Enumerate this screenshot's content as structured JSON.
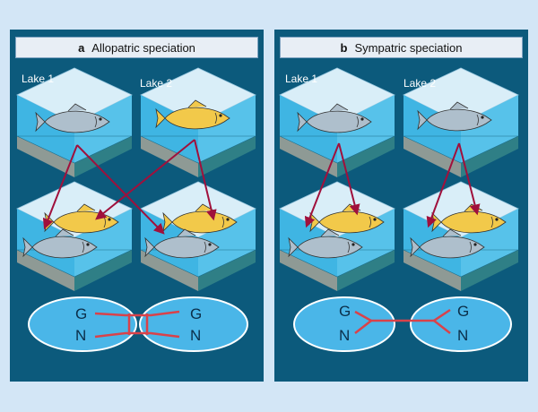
{
  "colors": {
    "page_background": "#d3e6f6",
    "panel_background": "#0c5a7c",
    "title_bar": "#e8eef5",
    "water": "#3fb5e3",
    "cube_top": "#d9eef8",
    "cube_bottom": "#2f7f86",
    "arrow": "#a0103c",
    "ellipse": "#4ab6e8",
    "gene_line": "#d9424a",
    "fish_grey": "#aebfcc",
    "fish_yellow": "#f2c94a"
  },
  "panel_a": {
    "letter": "a",
    "title": "Allopatric speciation",
    "lake1": "Lake 1",
    "lake2": "Lake 2",
    "gene_left_top": "G",
    "gene_left_bottom": "N",
    "gene_right_top": "G",
    "gene_right_bottom": "N"
  },
  "panel_b": {
    "letter": "b",
    "title": "Sympatric speciation",
    "lake1": "Lake 1",
    "lake2": "Lake 2",
    "gene_left_top": "G",
    "gene_left_bottom": "N",
    "gene_right_top": "G",
    "gene_right_bottom": "N"
  }
}
